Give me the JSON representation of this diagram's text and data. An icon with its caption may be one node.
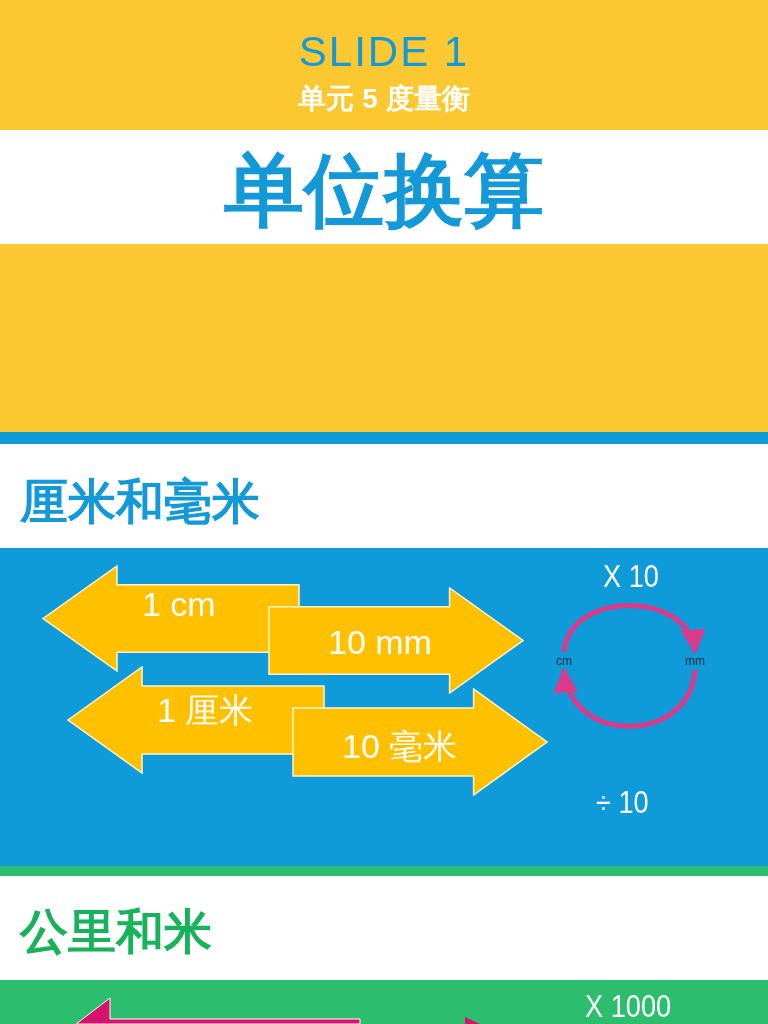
{
  "diagram": {
    "title": "单位换算",
    "nodes": [
      {
        "text": [
          "1 cm"
        ]
      },
      {
        "text": [
          "10 mm"
        ]
      },
      {
        "text": [
          "1 厘米"
        ]
      },
      {
        "text": [
          "10 毫米"
        ]
      },
      {
        "text": [
          "cm"
        ]
      },
      {
        "text": [
          "mm"
        ]
      }
    ],
    "edges": [
      {
        "from": 4,
        "to": 5,
        "arrow": "to",
        "label": "X 10",
        "color": "#d93b8a"
      },
      {
        "from": 5,
        "to": 4,
        "arrow": "to",
        "label": "÷ 10",
        "color": "#d93b8a"
      }
    ],
    "labels": [
      "SLIDE 1",
      "单元 5  度量衡",
      "厘米和毫米",
      "公里和米",
      "X 1000"
    ]
  }
}
